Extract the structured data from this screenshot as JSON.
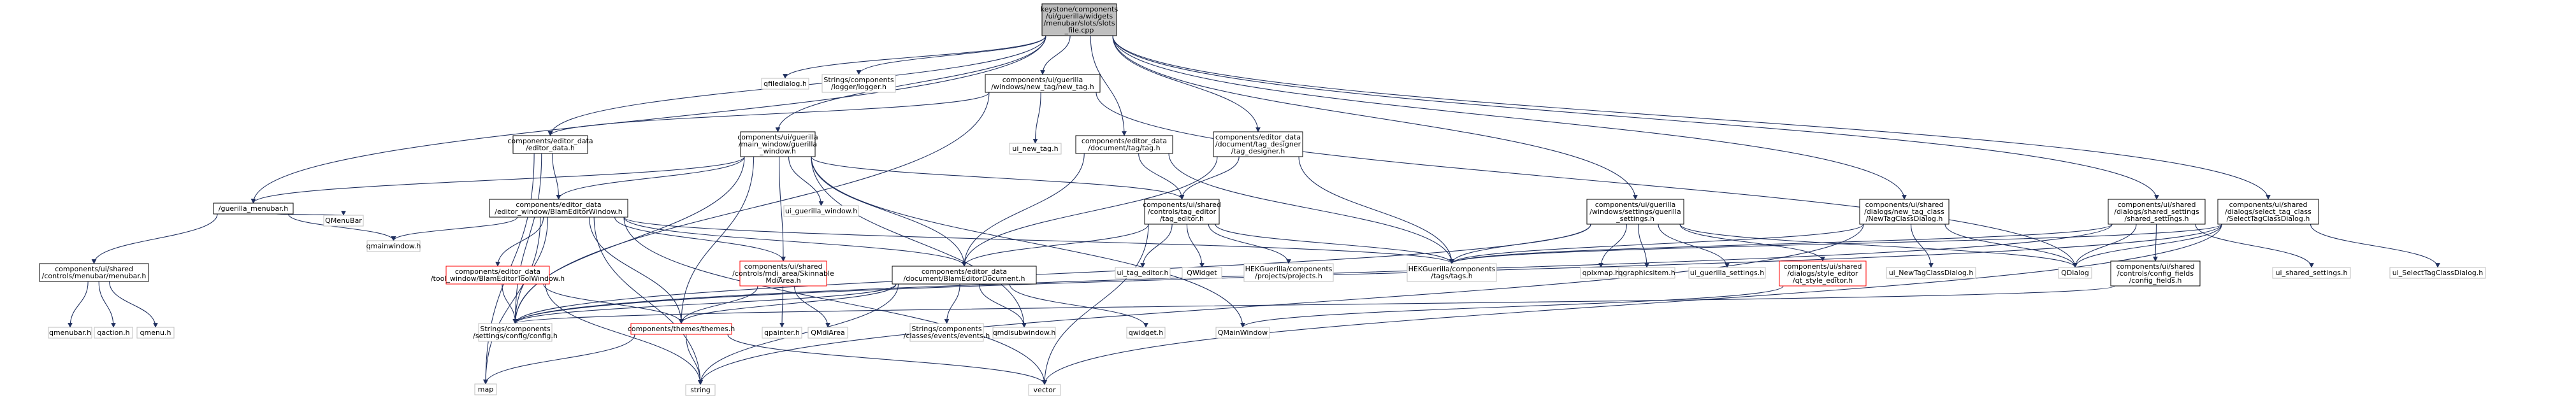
{
  "graph": {
    "nodes": [
      {
        "id": "root",
        "lines": [
          "keystone/components",
          "/ui/guerilla/widgets",
          "/menubar/slots/slots",
          "_file.cpp"
        ],
        "style": "root"
      },
      {
        "id": "qfiledialog",
        "lines": [
          "qfiledialog.h"
        ],
        "style": "ext"
      },
      {
        "id": "logger",
        "lines": [
          "Strings/components",
          "/logger/logger.h"
        ],
        "style": "ext"
      },
      {
        "id": "new_tag",
        "lines": [
          "components/ui/guerilla",
          "/windows/new_tag/new_tag.h"
        ],
        "style": "doc"
      },
      {
        "id": "ui_new_tag",
        "lines": [
          "ui_new_tag.h"
        ],
        "style": "ext"
      },
      {
        "id": "editor_data",
        "lines": [
          "components/editor_data",
          "/editor_data.h"
        ],
        "style": "doc"
      },
      {
        "id": "main_window",
        "lines": [
          "components/ui/guerilla",
          "/main_window/guerilla",
          "_window.h"
        ],
        "style": "doc"
      },
      {
        "id": "ui_guerilla_window",
        "lines": [
          "ui_guerilla_window.h"
        ],
        "style": "ext"
      },
      {
        "id": "tag_h",
        "lines": [
          "components/editor_data",
          "/document/tag/tag.h"
        ],
        "style": "doc"
      },
      {
        "id": "tag_designer",
        "lines": [
          "components/editor_data",
          "/document/tag_designer",
          "/tag_designer.h"
        ],
        "style": "doc"
      },
      {
        "id": "guerilla_menubar",
        "lines": [
          "/guerilla_menubar.h"
        ],
        "style": "doc"
      },
      {
        "id": "qmenubar_ext",
        "lines": [
          "QMenuBar"
        ],
        "style": "ext"
      },
      {
        "id": "qmainwindow_h",
        "lines": [
          "qmainwindow.h"
        ],
        "style": "ext"
      },
      {
        "id": "controls_menubar",
        "lines": [
          "components/ui/shared",
          "/controls/menubar/menubar.h"
        ],
        "style": "doc"
      },
      {
        "id": "qmenubar_h",
        "lines": [
          "qmenubar.h"
        ],
        "style": "ext"
      },
      {
        "id": "qaction_h",
        "lines": [
          "qaction.h"
        ],
        "style": "ext"
      },
      {
        "id": "qmenu_h",
        "lines": [
          "qmenu.h"
        ],
        "style": "ext"
      },
      {
        "id": "blam_editor_window",
        "lines": [
          "components/editor_data",
          "/editor_window/BlamEditorWindow.h"
        ],
        "style": "doc"
      },
      {
        "id": "blam_tool_window",
        "lines": [
          "components/editor_data",
          "/tool_window/BlamEditorToolWindow.h"
        ],
        "style": "red"
      },
      {
        "id": "skinnable_mdi",
        "lines": [
          "components/ui/shared",
          "/controls/mdi_area/Skinnable",
          "MdiArea.h"
        ],
        "style": "red"
      },
      {
        "id": "qpainter_h",
        "lines": [
          "qpainter.h"
        ],
        "style": "ext"
      },
      {
        "id": "qmdiarea_ext",
        "lines": [
          "QMdiArea"
        ],
        "style": "ext"
      },
      {
        "id": "blam_editor_document",
        "lines": [
          "components/editor_data",
          "/document/BlamEditorDocument.h"
        ],
        "style": "doc"
      },
      {
        "id": "events_h",
        "lines": [
          "Strings/components",
          "/classes/events/events.h"
        ],
        "style": "ext"
      },
      {
        "id": "qmdisubwindow_h",
        "lines": [
          "qmdisubwindow.h"
        ],
        "style": "ext"
      },
      {
        "id": "qwidget_h",
        "lines": [
          "qwidget.h"
        ],
        "style": "ext"
      },
      {
        "id": "themes_h",
        "lines": [
          "components/themes/themes.h"
        ],
        "style": "red"
      },
      {
        "id": "config_h",
        "lines": [
          "Strings/components",
          "/settings/config/config.h"
        ],
        "style": "ext"
      },
      {
        "id": "map_ext",
        "lines": [
          "map"
        ],
        "style": "ext"
      },
      {
        "id": "string_ext",
        "lines": [
          "string"
        ],
        "style": "ext"
      },
      {
        "id": "vector_ext",
        "lines": [
          "vector"
        ],
        "style": "ext"
      },
      {
        "id": "tag_editor",
        "lines": [
          "components/ui/shared",
          "/controls/tag_editor",
          "/tag_editor.h"
        ],
        "style": "doc"
      },
      {
        "id": "ui_tag_editor",
        "lines": [
          "ui_tag_editor.h"
        ],
        "style": "ext"
      },
      {
        "id": "qwidget_ext",
        "lines": [
          "QWidget"
        ],
        "style": "ext"
      },
      {
        "id": "projects_h",
        "lines": [
          "HEKGuerilla/components",
          "/projects/projects.h"
        ],
        "style": "ext"
      },
      {
        "id": "tags_h",
        "lines": [
          "HEKGuerilla/components",
          "/tags/tags.h"
        ],
        "style": "ext"
      },
      {
        "id": "qmainwindow_ext",
        "lines": [
          "QMainWindow"
        ],
        "style": "ext"
      },
      {
        "id": "guerilla_settings",
        "lines": [
          "components/ui/guerilla",
          "/windows/settings/guerilla",
          "_settings.h"
        ],
        "style": "doc"
      },
      {
        "id": "qpixmap_h",
        "lines": [
          "qpixmap.h"
        ],
        "style": "ext"
      },
      {
        "id": "qgraphicsitem_h",
        "lines": [
          "qgraphicsitem.h"
        ],
        "style": "ext"
      },
      {
        "id": "ui_guerilla_settings",
        "lines": [
          "ui_guerilla_settings.h"
        ],
        "style": "ext"
      },
      {
        "id": "qt_style_editor",
        "lines": [
          "components/ui/shared",
          "/dialogs/style_editor",
          "/qt_style_editor.h"
        ],
        "style": "red"
      },
      {
        "id": "new_tag_class_dialog",
        "lines": [
          "components/ui/shared",
          "/dialogs/new_tag_class",
          "/NewTagClassDialog.h"
        ],
        "style": "doc"
      },
      {
        "id": "ui_new_tag_class_dialog",
        "lines": [
          "ui_NewTagClassDialog.h"
        ],
        "style": "ext"
      },
      {
        "id": "qdialog_ext",
        "lines": [
          "QDialog"
        ],
        "style": "ext"
      },
      {
        "id": "shared_settings",
        "lines": [
          "components/ui/shared",
          "/dialogs/shared_settings",
          "/shared_settings.h"
        ],
        "style": "doc"
      },
      {
        "id": "config_fields",
        "lines": [
          "components/ui/shared",
          "/controls/config_fields",
          "/config_fields.h"
        ],
        "style": "doc"
      },
      {
        "id": "ui_shared_settings",
        "lines": [
          "ui_shared_settings.h"
        ],
        "style": "ext"
      },
      {
        "id": "select_tag_class",
        "lines": [
          "components/ui/shared",
          "/dialogs/select_tag_class",
          "/SelectTagClassDialog.h"
        ],
        "style": "doc"
      },
      {
        "id": "ui_select_tag_class",
        "lines": [
          "ui_SelectTagClassDialog.h"
        ],
        "style": "ext"
      }
    ],
    "edges": [
      [
        "root",
        "qfiledialog"
      ],
      [
        "root",
        "logger"
      ],
      [
        "root",
        "new_tag"
      ],
      [
        "root",
        "editor_data"
      ],
      [
        "root",
        "main_window"
      ],
      [
        "root",
        "tag_h"
      ],
      [
        "root",
        "tag_designer"
      ],
      [
        "root",
        "guerilla_menubar"
      ],
      [
        "root",
        "guerilla_settings"
      ],
      [
        "root",
        "new_tag_class_dialog"
      ],
      [
        "root",
        "shared_settings"
      ],
      [
        "root",
        "select_tag_class"
      ],
      [
        "new_tag",
        "ui_new_tag"
      ],
      [
        "new_tag",
        "editor_data"
      ],
      [
        "new_tag",
        "config_h"
      ],
      [
        "new_tag",
        "qdialog_ext"
      ],
      [
        "editor_data",
        "blam_editor_window"
      ],
      [
        "editor_data",
        "config_h"
      ],
      [
        "editor_data",
        "map_ext"
      ],
      [
        "main_window",
        "ui_guerilla_window"
      ],
      [
        "main_window",
        "guerilla_menubar"
      ],
      [
        "main_window",
        "blam_editor_window"
      ],
      [
        "main_window",
        "skinnable_mdi"
      ],
      [
        "main_window",
        "tag_editor"
      ],
      [
        "main_window",
        "blam_editor_document"
      ],
      [
        "main_window",
        "qmainwindow_ext"
      ],
      [
        "main_window",
        "config_h"
      ],
      [
        "main_window",
        "themes_h"
      ],
      [
        "main_window",
        "qmdisubwindow_h"
      ],
      [
        "tag_h",
        "tag_editor"
      ],
      [
        "tag_h",
        "blam_editor_document"
      ],
      [
        "tag_h",
        "tags_h"
      ],
      [
        "tag_designer",
        "tag_editor"
      ],
      [
        "tag_designer",
        "blam_editor_document"
      ],
      [
        "tag_designer",
        "tags_h"
      ],
      [
        "guerilla_menubar",
        "controls_menubar"
      ],
      [
        "guerilla_menubar",
        "qmenubar_ext"
      ],
      [
        "guerilla_menubar",
        "qmainwindow_h"
      ],
      [
        "controls_menubar",
        "qmenubar_h"
      ],
      [
        "controls_menubar",
        "qaction_h"
      ],
      [
        "controls_menubar",
        "qmenu_h"
      ],
      [
        "blam_editor_window",
        "qmainwindow_h"
      ],
      [
        "blam_editor_window",
        "blam_tool_window"
      ],
      [
        "blam_editor_window",
        "skinnable_mdi"
      ],
      [
        "blam_editor_window",
        "blam_editor_document"
      ],
      [
        "blam_editor_window",
        "themes_h"
      ],
      [
        "blam_editor_window",
        "config_h"
      ],
      [
        "blam_editor_window",
        "map_ext"
      ],
      [
        "blam_editor_window",
        "string_ext"
      ],
      [
        "blam_editor_window",
        "vector_ext"
      ],
      [
        "blam_editor_window",
        "tags_h"
      ],
      [
        "blam_tool_window",
        "config_h"
      ],
      [
        "blam_tool_window",
        "themes_h"
      ],
      [
        "blam_tool_window",
        "string_ext"
      ],
      [
        "skinnable_mdi",
        "qpainter_h"
      ],
      [
        "skinnable_mdi",
        "qmdiarea_ext"
      ],
      [
        "skinnable_mdi",
        "themes_h"
      ],
      [
        "blam_editor_document",
        "events_h"
      ],
      [
        "blam_editor_document",
        "qmdisubwindow_h"
      ],
      [
        "blam_editor_document",
        "qwidget_h"
      ],
      [
        "blam_editor_document",
        "themes_h"
      ],
      [
        "blam_editor_document",
        "config_h"
      ],
      [
        "blam_editor_document",
        "string_ext"
      ],
      [
        "themes_h",
        "map_ext"
      ],
      [
        "themes_h",
        "string_ext"
      ],
      [
        "themes_h",
        "vector_ext"
      ],
      [
        "tag_editor",
        "ui_tag_editor"
      ],
      [
        "tag_editor",
        "qwidget_ext"
      ],
      [
        "tag_editor",
        "projects_h"
      ],
      [
        "tag_editor",
        "tags_h"
      ],
      [
        "tag_editor",
        "blam_editor_document"
      ],
      [
        "tag_editor",
        "vector_ext"
      ],
      [
        "guerilla_settings",
        "qpixmap_h"
      ],
      [
        "guerilla_settings",
        "qgraphicsitem_h"
      ],
      [
        "guerilla_settings",
        "ui_guerilla_settings"
      ],
      [
        "guerilla_settings",
        "qt_style_editor"
      ],
      [
        "guerilla_settings",
        "tags_h"
      ],
      [
        "guerilla_settings",
        "config_h"
      ],
      [
        "guerilla_settings",
        "qdialog_ext"
      ],
      [
        "qt_style_editor",
        "qmainwindow_ext"
      ],
      [
        "new_tag_class_dialog",
        "ui_new_tag_class_dialog"
      ],
      [
        "new_tag_class_dialog",
        "qdialog_ext"
      ],
      [
        "new_tag_class_dialog",
        "tags_h"
      ],
      [
        "new_tag_class_dialog",
        "string_ext"
      ],
      [
        "shared_settings",
        "config_fields"
      ],
      [
        "shared_settings",
        "ui_shared_settings"
      ],
      [
        "shared_settings",
        "qdialog_ext"
      ],
      [
        "shared_settings",
        "tags_h"
      ],
      [
        "shared_settings",
        "config_h"
      ],
      [
        "config_fields",
        "config_h"
      ],
      [
        "select_tag_class",
        "ui_select_tag_class"
      ],
      [
        "select_tag_class",
        "qdialog_ext"
      ],
      [
        "select_tag_class",
        "tags_h"
      ],
      [
        "select_tag_class",
        "config_h"
      ],
      [
        "select_tag_class",
        "vector_ext"
      ]
    ]
  }
}
